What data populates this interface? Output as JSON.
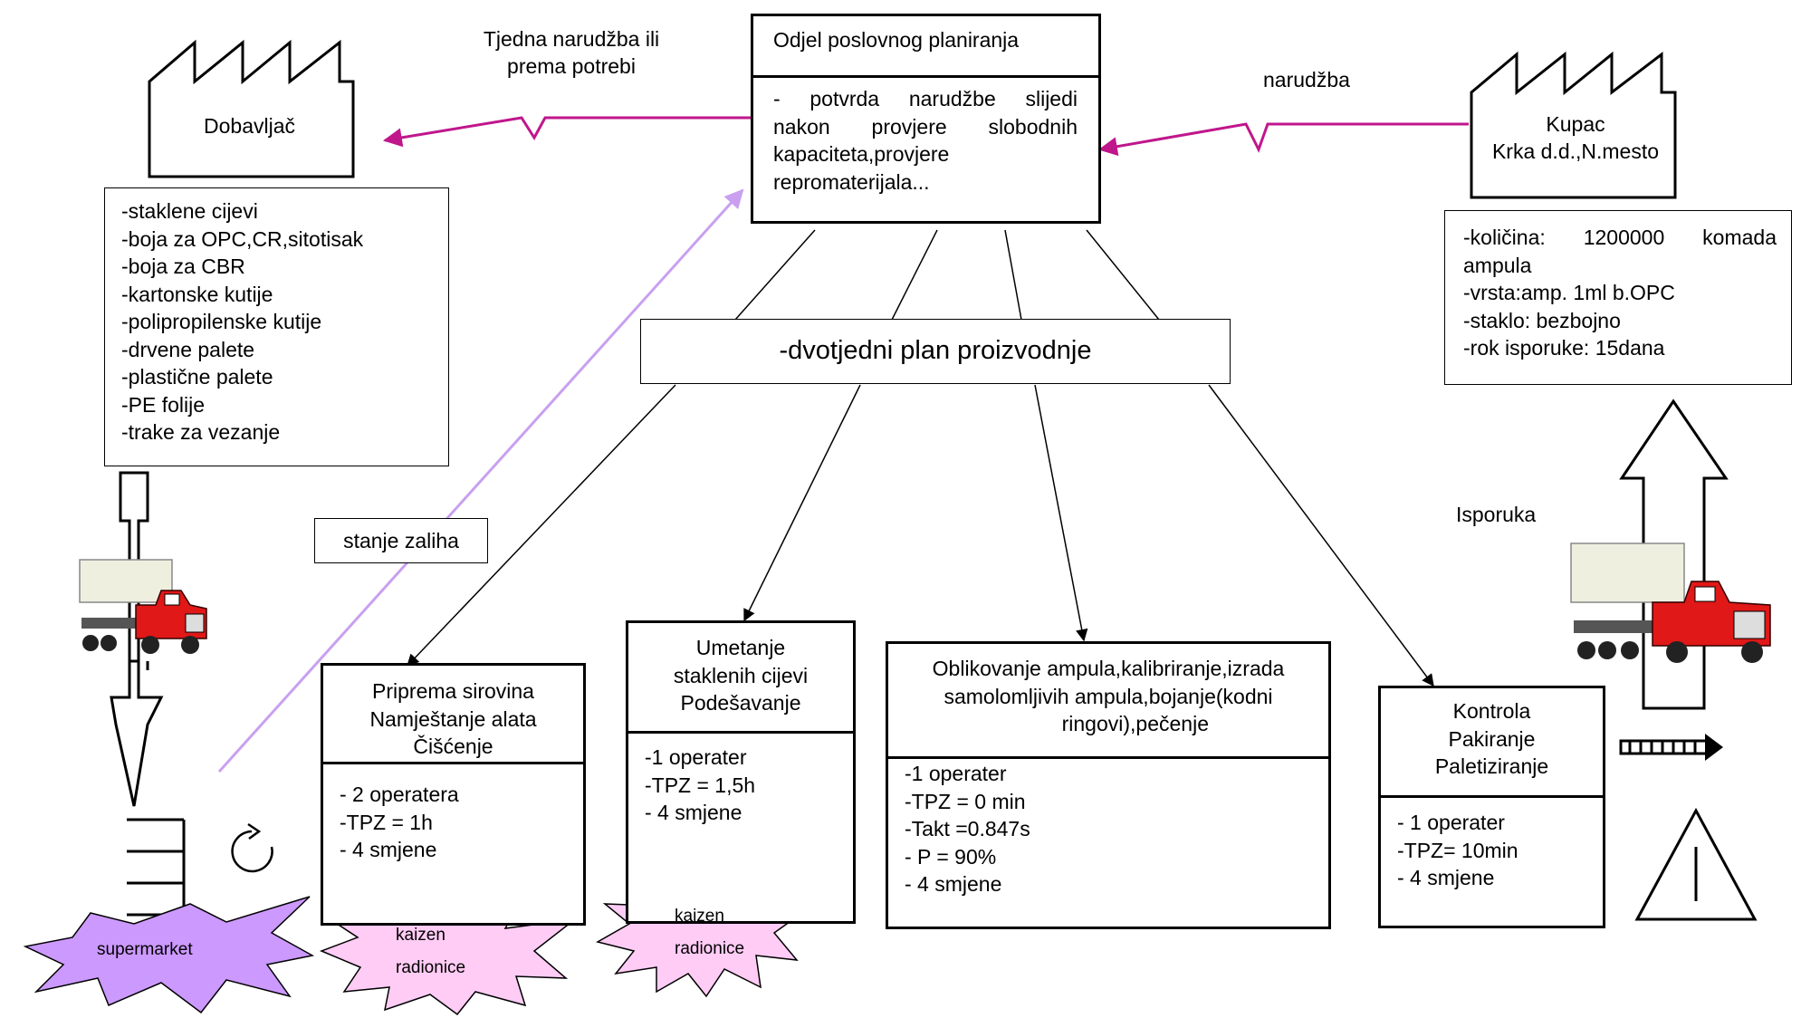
{
  "planning": {
    "title": "Odjel poslovnog planiranja",
    "body": [
      "- potvrda narudžbe slijedi",
      "nakon provjere slobodnih",
      "kapaciteta,provjere",
      "repromaterijala..."
    ]
  },
  "supplier": {
    "name": "Dobavljač"
  },
  "customer": {
    "name_line1": "Kupac",
    "name_line2": "Krka d.d.,N.mesto"
  },
  "supplier_order_label": [
    "Tjedna narudžba ili",
    "prema potrebi"
  ],
  "customer_order_label": "narudžba",
  "materials": [
    "-staklene cijevi",
    "-boja za OPC,CR,sitotisak",
    "-boja za CBR",
    "-kartonske kutije",
    "-polipropilenske kutije",
    "-drvene palete",
    "-plastične palete",
    "-PE folije",
    "-trake za vezanje"
  ],
  "order_details": [
    "-količina:  1200000  komada",
    "ampula",
    "-vrsta:amp. 1ml b.OPC",
    "-staklo: bezbojno",
    "-rok isporuke: 15dana"
  ],
  "production_plan": "-dvotjedni plan proizvodnje",
  "stock_label": "stanje zaliha",
  "delivery_label": "Isporuka",
  "processes": [
    {
      "title": [
        "Priprema sirovina",
        "Namještanje alata",
        "Čišćenje"
      ],
      "data": [
        "- 2 operatera",
        "-TPZ = 1h",
        "- 4 smjene"
      ]
    },
    {
      "title": [
        "Umetanje",
        "staklenih cijevi",
        "Podešavanje"
      ],
      "data": [
        "-1 operater",
        "-TPZ = 1,5h",
        "- 4 smjene"
      ]
    },
    {
      "title": [
        "Oblikovanje ampula,kalibriranje,izrada",
        "samolomljivih ampula,bojanje(kodni",
        "ringovi),pečenje"
      ],
      "data": [
        "-1 operater",
        "-TPZ = 0 min",
        "-Takt =0.847s",
        "- P = 90%",
        "- 4 smjene"
      ]
    },
    {
      "title": [
        "Kontrola",
        "Pakiranje",
        "Paletiziranje"
      ],
      "data": [
        "- 1 operater",
        "-TPZ= 10min",
        "- 4 smjene"
      ]
    }
  ],
  "supermarket_label": "supermarket",
  "kaizen_1": [
    "kaizen",
    "radionice"
  ],
  "kaizen_2": [
    "kaizen",
    "radionice"
  ],
  "colors": {
    "order_arrow": "#c0168c",
    "info_arrow": "#c9a0f0",
    "burst_fill": "#ffccf5",
    "supermarket_fill": "#cc99ff",
    "truck_red": "#e01818",
    "trailer": "#efefe0"
  },
  "icons": [
    "factory-icon",
    "truck-icon",
    "supermarket-icon",
    "cycle-icon",
    "push-arrow-icon",
    "inventory-triangle-icon",
    "kaizen-burst-icon"
  ]
}
